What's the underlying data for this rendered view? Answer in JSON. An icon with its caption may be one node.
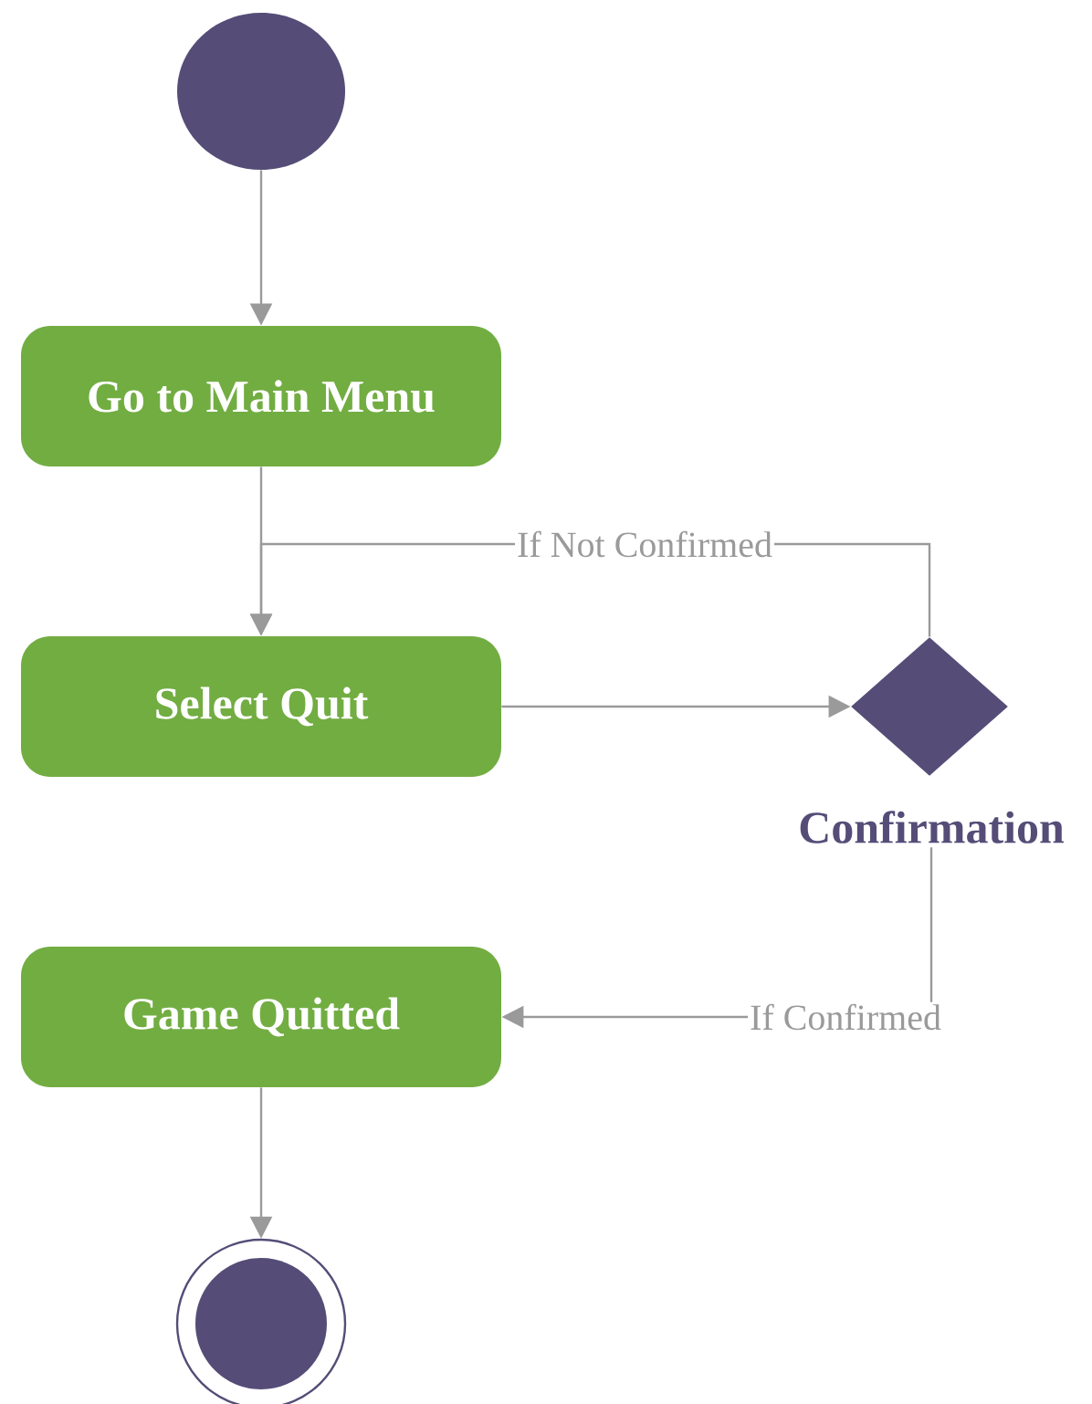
{
  "diagram": {
    "nodes": [
      {
        "text": [],
        "shape": "circle"
      },
      {
        "text": [
          "Go to Main Menu"
        ]
      },
      {
        "text": [
          "Select Quit"
        ]
      },
      {
        "text": [
          "Confirmation"
        ]
      },
      {
        "text": [
          "Game Quitted"
        ]
      },
      {
        "text": [],
        "shape": "circle"
      }
    ],
    "edges": [
      {
        "from": 0,
        "to": 1,
        "arrow": "to"
      },
      {
        "from": 1,
        "to": 2,
        "arrow": "to"
      },
      {
        "from": 2,
        "to": 3,
        "arrow": "to"
      },
      {
        "from": 3,
        "to": 2,
        "arrow": "to",
        "label": "If Not Confirmed"
      },
      {
        "from": 3,
        "to": 4,
        "arrow": "to",
        "label": "If Confirmed"
      },
      {
        "from": 4,
        "to": 5,
        "arrow": "to"
      }
    ]
  }
}
